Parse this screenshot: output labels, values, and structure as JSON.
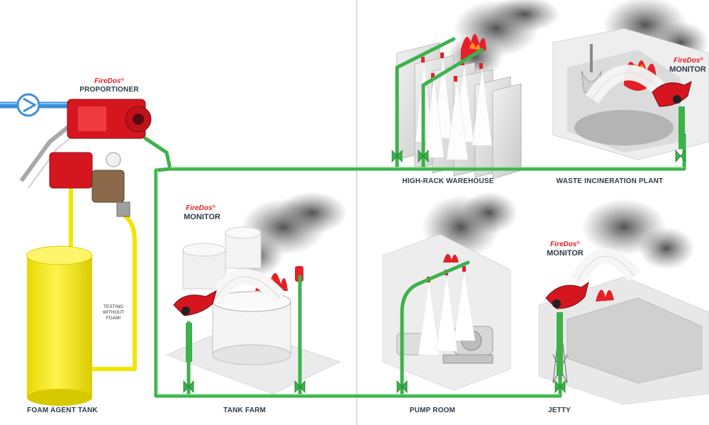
{
  "brand": {
    "name": "FireDos",
    "trademark": "®",
    "accent_color": "#e4202a"
  },
  "colors": {
    "pipe_green": "#3cb24a",
    "pipe_yellow": "#f2e600",
    "pipe_blue": "#3b8fd9",
    "tank_yellow": "#f5ea1a",
    "label_text": "#2d3a4a",
    "smoke": "#5a5a5a",
    "flame": "#e4202a"
  },
  "labels": {
    "proportioner": "PROPORTIONER",
    "foam_agent_tank": "FOAM AGENT TANK",
    "testing_note_line1": "TESTING",
    "testing_note_line2": "WITHOUT",
    "testing_note_line3": "FOAM!",
    "tank_farm": "TANK FARM",
    "tank_farm_monitor": "MONITOR",
    "high_rack_warehouse": "HIGH-RACK WAREHOUSE",
    "waste_incineration_plant": "WASTE INCINERATION PLANT",
    "waste_monitor": "MONITOR",
    "pump_room": "PUMP ROOM",
    "jetty": "JETTY",
    "jetty_monitor": "MONITOR"
  }
}
